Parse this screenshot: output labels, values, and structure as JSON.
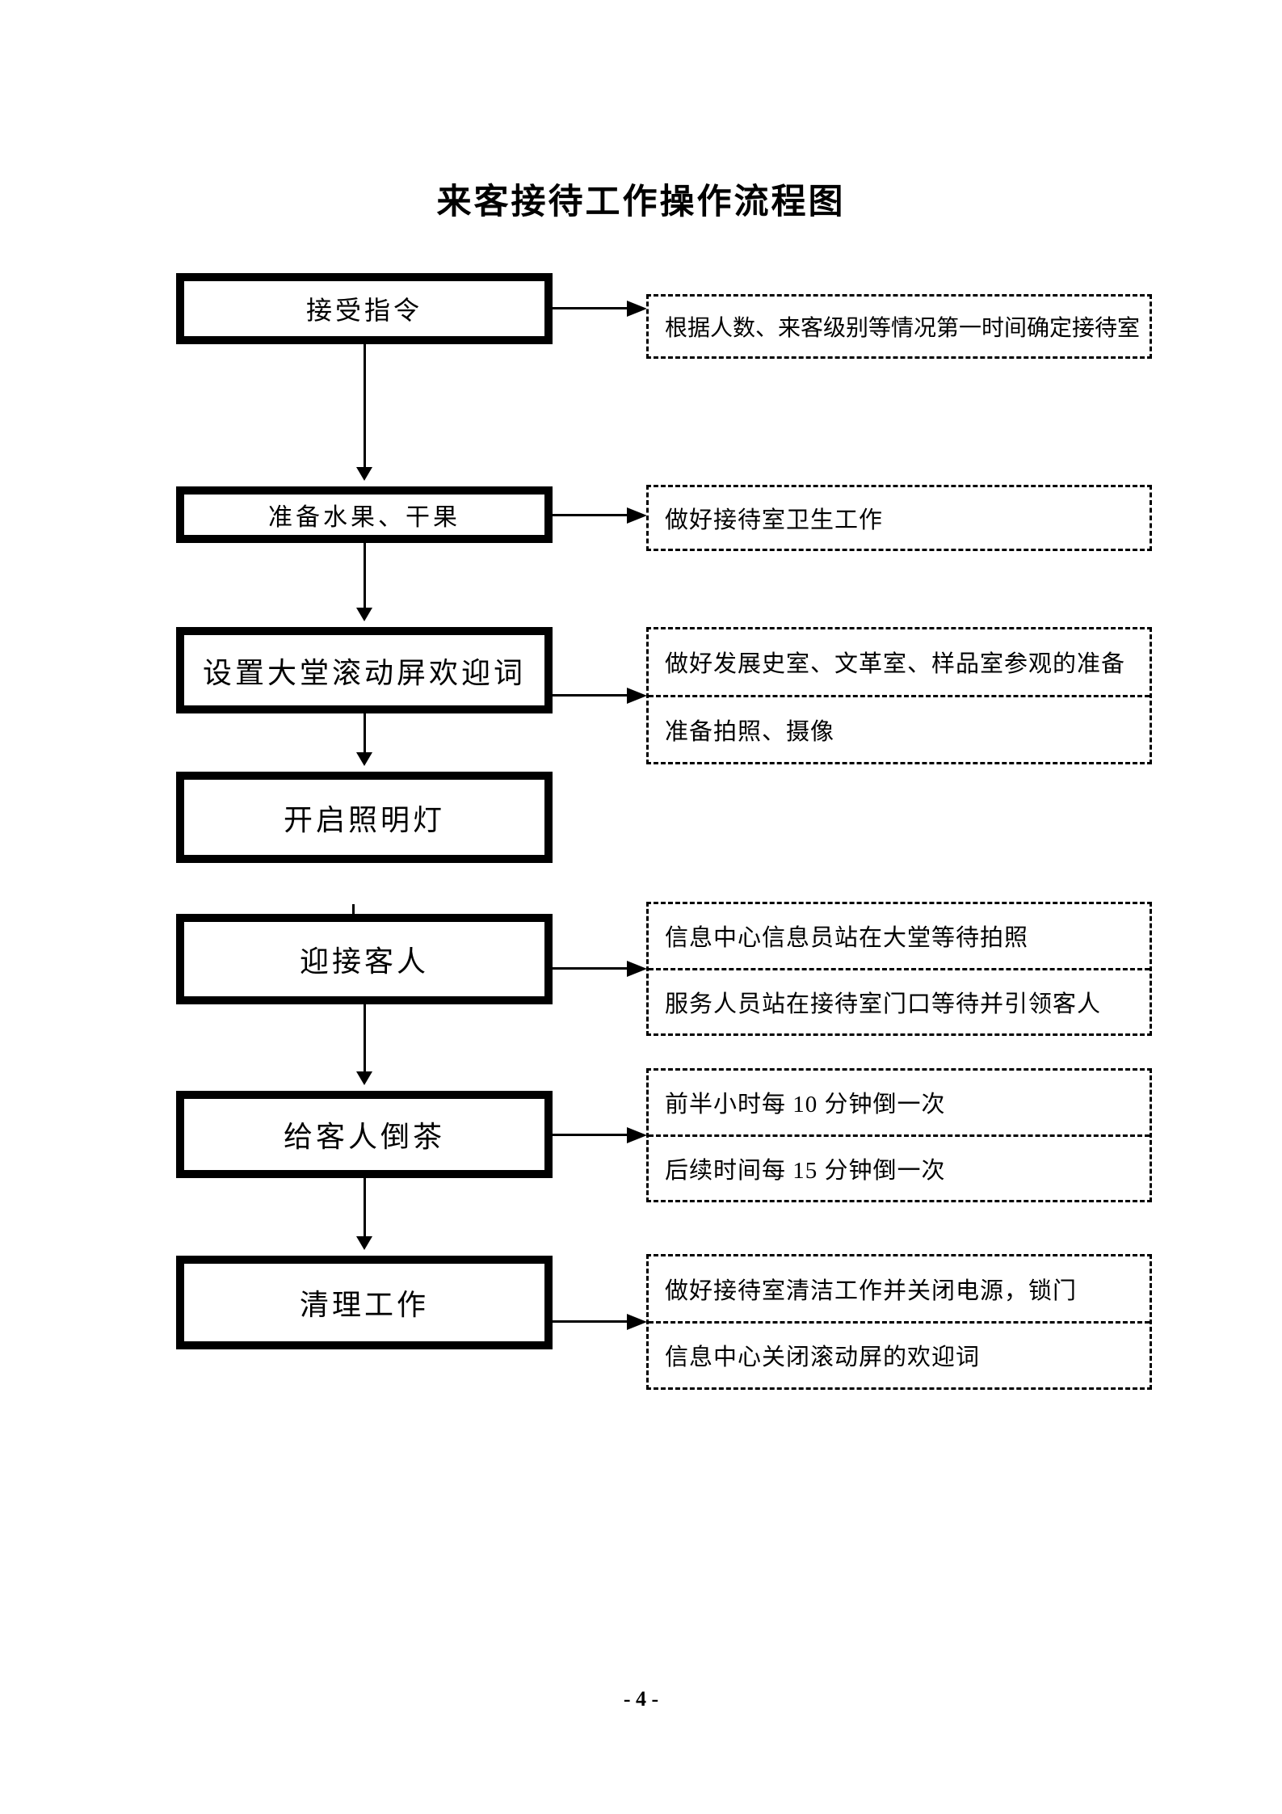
{
  "page": {
    "title": "来客接待工作操作流程图",
    "page_number": "- 4 -"
  },
  "flowchart": {
    "steps": [
      {
        "label": "接受指令",
        "notes": [
          "根据人数、来客级别等情况第一时间确定接待室"
        ]
      },
      {
        "label": "准备水果、干果",
        "notes": [
          "做好接待室卫生工作"
        ]
      },
      {
        "label": "设置大堂滚动屏欢迎词",
        "notes": [
          "做好发展史室、文革室、样品室参观的准备",
          "准备拍照、摄像"
        ]
      },
      {
        "label": "开启照明灯",
        "notes": []
      },
      {
        "label": "迎接客人",
        "notes": [
          "信息中心信息员站在大堂等待拍照",
          "服务人员站在接待室门口等待并引领客人"
        ]
      },
      {
        "label": "给客人倒茶",
        "notes": [
          "前半小时每 10 分钟倒一次",
          "后续时间每 15 分钟倒一次"
        ]
      },
      {
        "label": "清理工作",
        "notes": [
          "做好接待室清洁工作并关闭电源，锁门",
          "信息中心关闭滚动屏的欢迎词"
        ]
      }
    ]
  },
  "colors": {
    "ink": "#000000",
    "paper": "#ffffff"
  }
}
